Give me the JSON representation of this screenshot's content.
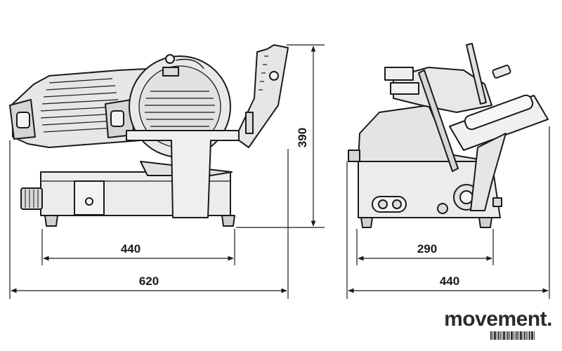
{
  "dimensions": {
    "height_label": "390",
    "front_base_width_label": "440",
    "front_overall_width_label": "620",
    "side_base_depth_label": "290",
    "side_overall_depth_label": "440"
  },
  "brand": {
    "name": "movement."
  },
  "colors": {
    "line": "#1a1a1a",
    "fill_light": "#e8e8e8",
    "fill_mid": "#cfcfcf"
  }
}
